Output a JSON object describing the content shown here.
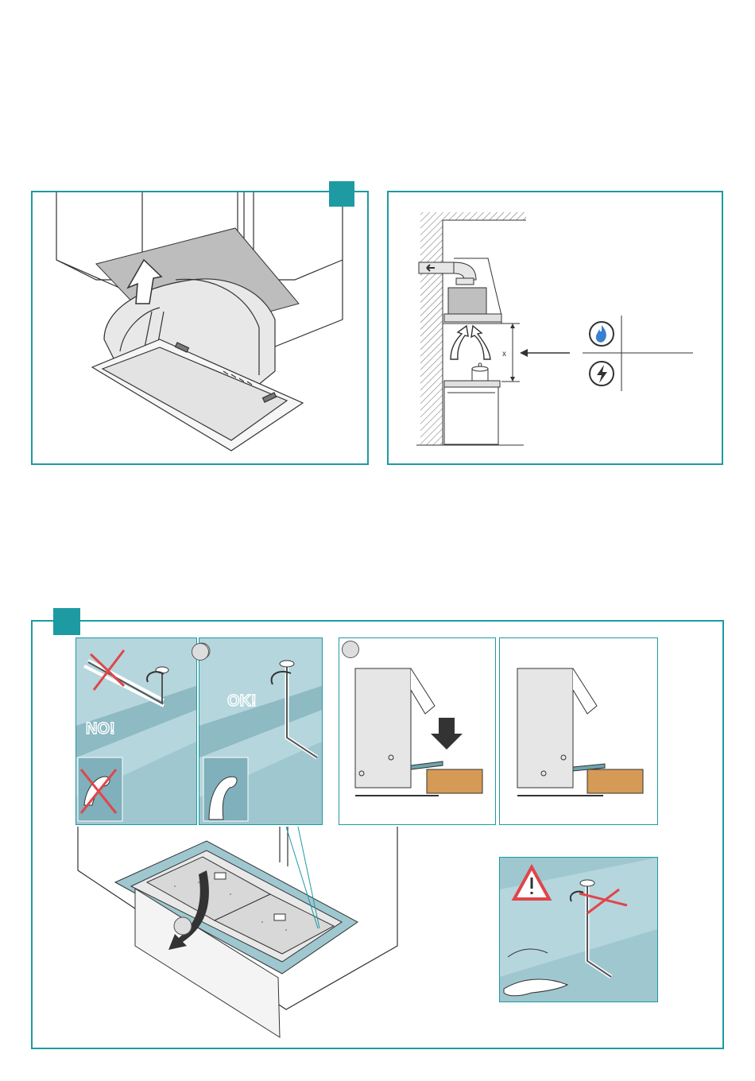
{
  "diagram_1": {
    "tab_color": "#1e9aa3"
  },
  "diagram_2": {
    "dimension_label": "x",
    "icons": [
      "gas-flame-icon",
      "electric-icon"
    ]
  },
  "diagram_3": {
    "tab_color": "#1e9aa3",
    "panel_no_label": "NO!",
    "panel_ok_label": "OK!",
    "icons": [
      "warning-triangle-icon",
      "rotate-arrow-icon",
      "press-down-arrow-icon"
    ]
  },
  "colors": {
    "accent": "#1e9aa3",
    "panel_blue": "#9fc7cf",
    "wood": "#d59a55",
    "cross": "#e0454b"
  }
}
